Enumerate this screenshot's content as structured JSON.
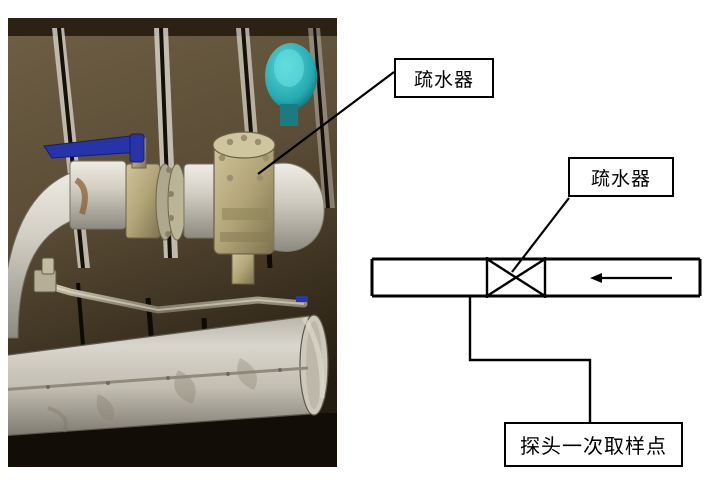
{
  "figure": {
    "title": "",
    "photo": {
      "alt_name": "steam-trap-installation-photo",
      "visible_components": [
        "insulated-horizontal-pipe",
        "blue-lever-ball-valve",
        "flanged-joint",
        "steam-trap-body",
        "small-bore-sampling-tube",
        "insulated-cylindrical-vessel"
      ]
    },
    "labels": {
      "trap_photo": "疏水器",
      "trap_diagram": "疏水器",
      "sample_point": "探头一次取样点"
    },
    "diagram": {
      "flow_arrow_direction": "left",
      "valve_symbol": "bowtie-x-valve",
      "pipe_orientation": "horizontal",
      "branch_orientation": "down-then-right-then-down"
    },
    "colors": {
      "line": "#000000",
      "box_fill": "#ffffff",
      "page": "#ffffff",
      "handle_blue": "#2733a8",
      "photo_dark": "#17120a",
      "photo_wall": "#6b5c43",
      "photo_insulation": "#d8d4cb",
      "photo_brass": "#b8ad84",
      "photo_teal": "#2fb6bd"
    }
  }
}
